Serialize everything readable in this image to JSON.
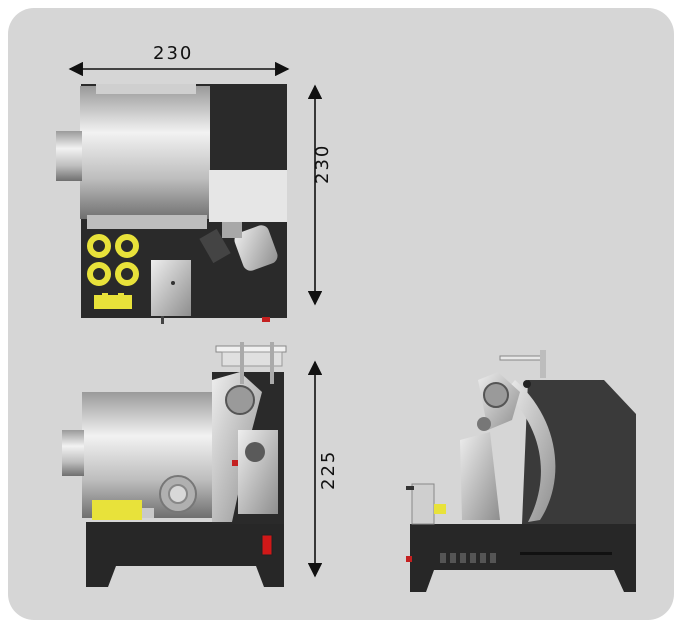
{
  "dimensions": {
    "top_width": "230",
    "top_depth": "230",
    "front_height": "225"
  },
  "colors": {
    "panel": "#d6d6d6",
    "body_dark": "#2b2b2b",
    "yellow": "#e8e23a",
    "switch_red": "#d01818"
  }
}
